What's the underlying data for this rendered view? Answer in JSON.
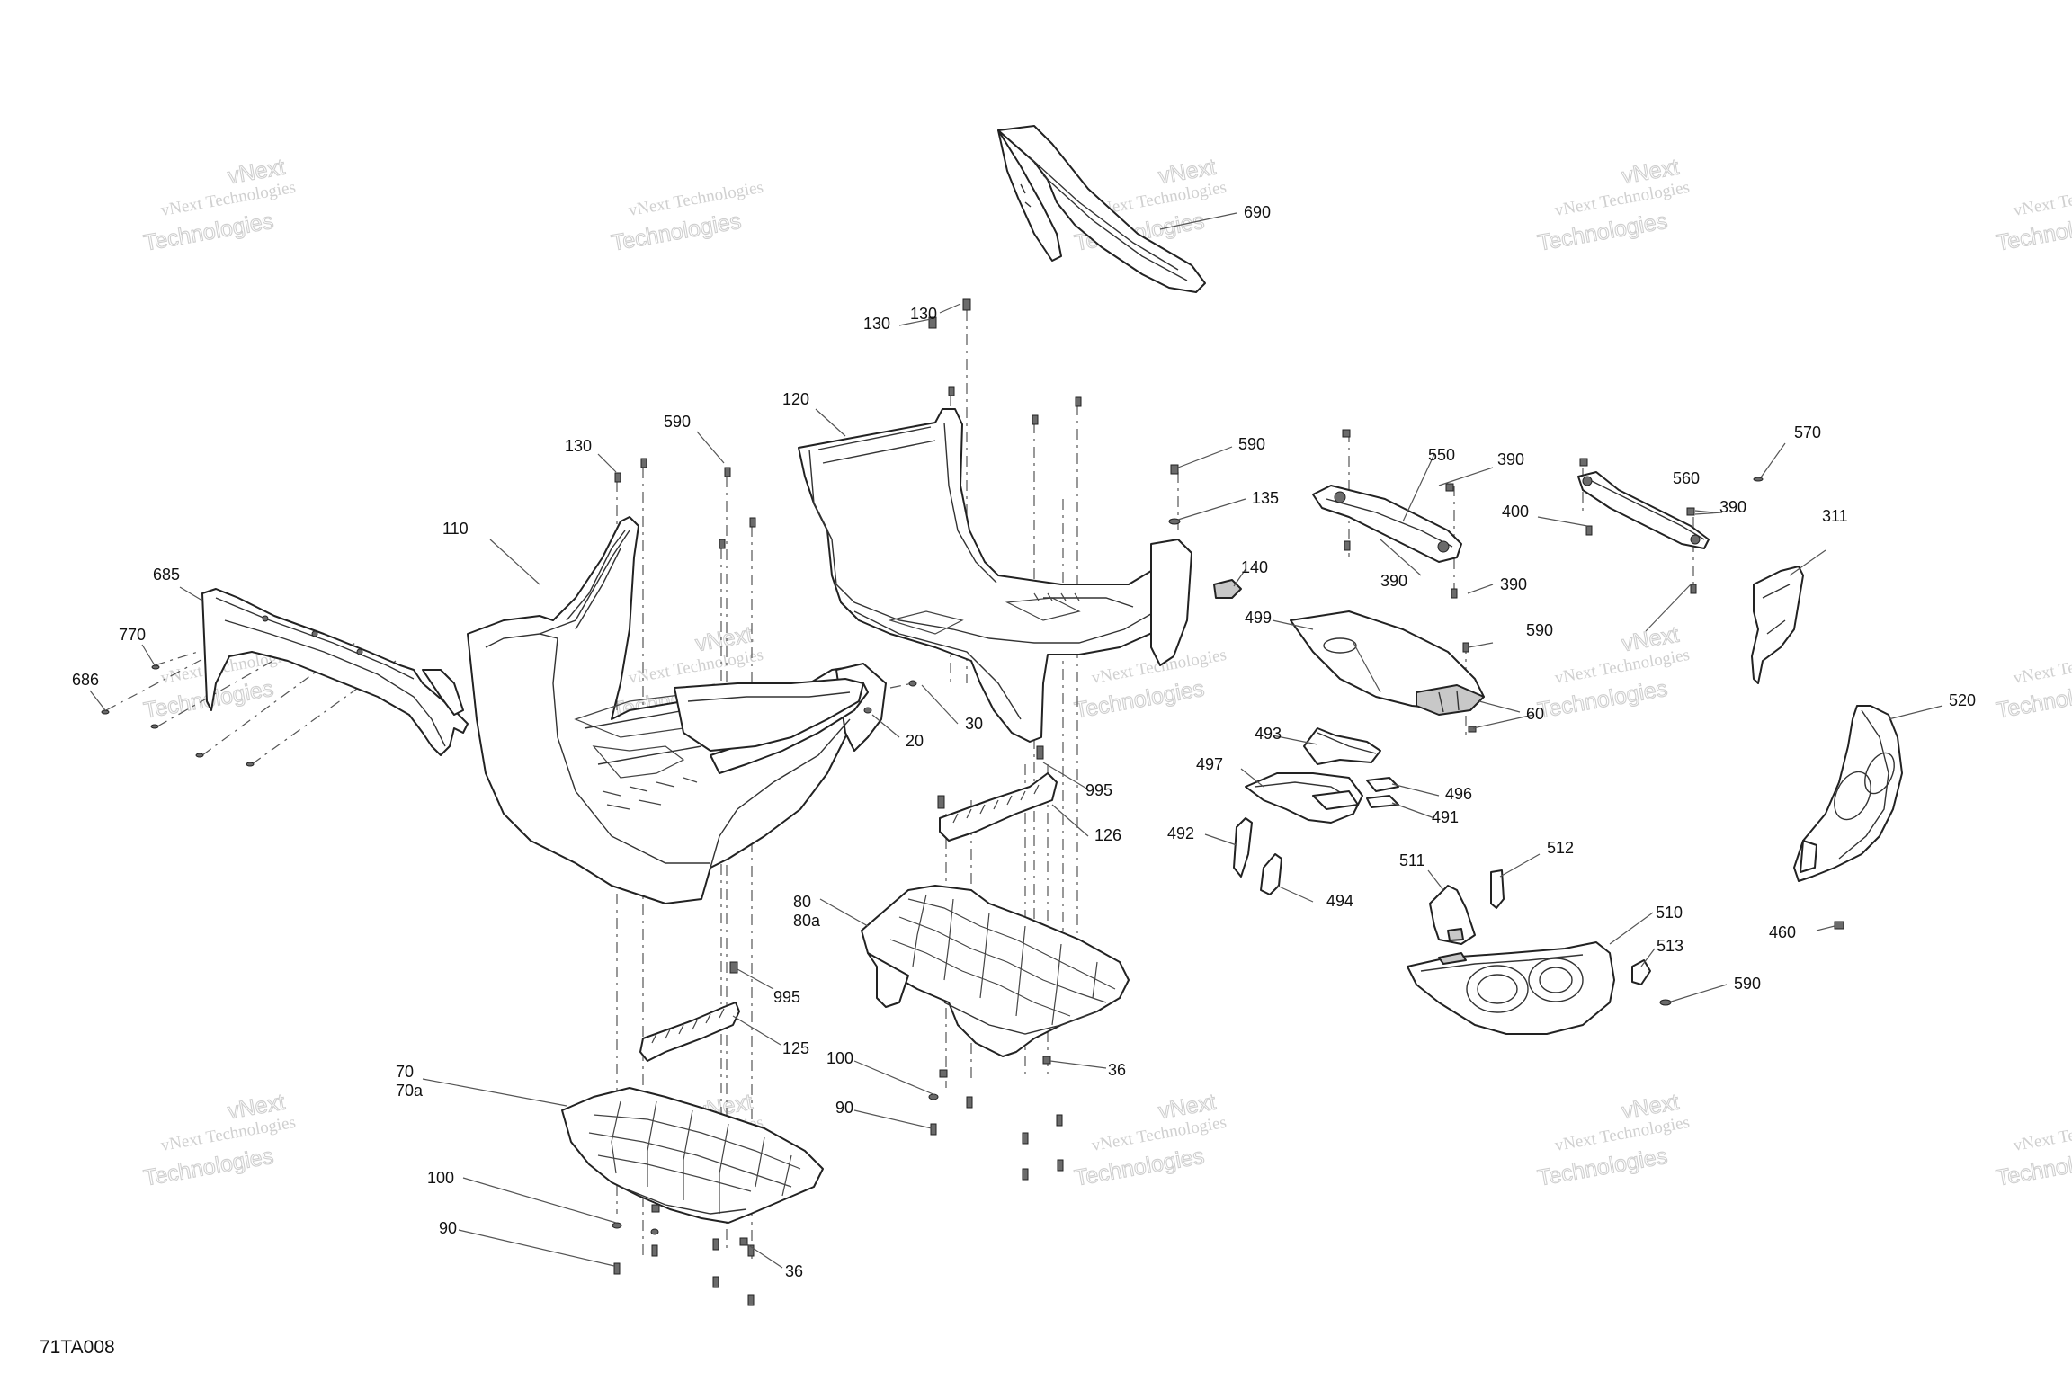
{
  "figure_code": "71TA008",
  "watermark": {
    "line1": "vNext Technologies",
    "line2": "vNext",
    "line3": "Technologies"
  },
  "callouts": [
    "690",
    "130",
    "130",
    "120",
    "590",
    "590",
    "130",
    "135",
    "550",
    "390",
    "560",
    "570",
    "400",
    "390",
    "390",
    "390",
    "110",
    "685",
    "770",
    "686",
    "140",
    "499",
    "590",
    "311",
    "60",
    "30",
    "20",
    "493",
    "497",
    "496",
    "491",
    "492",
    "494",
    "995",
    "126",
    "520",
    "511",
    "512",
    "510",
    "513",
    "590",
    "460",
    "80",
    "80a",
    "995",
    "125",
    "100",
    "36",
    "90",
    "70",
    "70a",
    "100",
    "90",
    "36"
  ]
}
